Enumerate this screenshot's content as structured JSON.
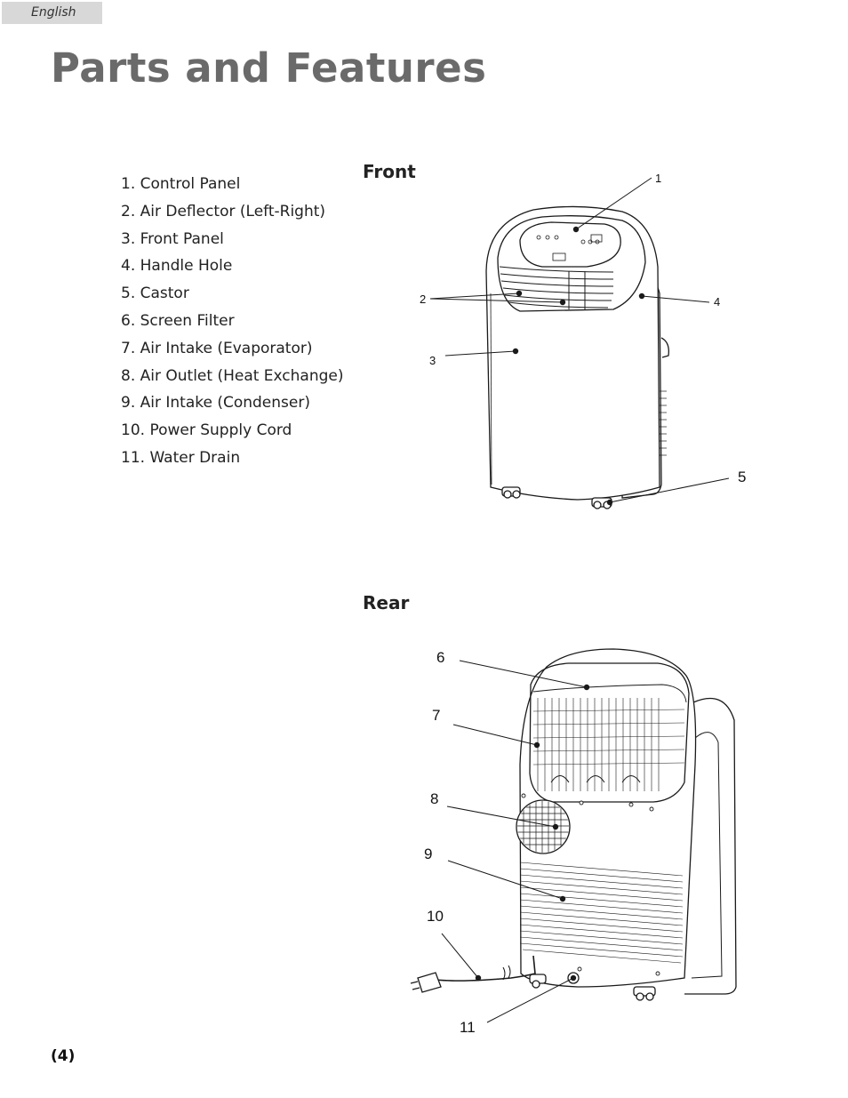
{
  "header": {
    "language": "English"
  },
  "title": "Parts and Features",
  "parts": [
    "1. Control Panel",
    "2. Air Deflector (Left-Right)",
    "3. Front Panel",
    "4. Handle Hole",
    "5. Castor",
    "6. Screen Filter",
    "7. Air Intake (Evaporator)",
    "8. Air Outlet (Heat Exchange)",
    "9. Air Intake (Condenser)",
    "10. Power Supply Cord",
    "11. Water Drain"
  ],
  "front": {
    "heading": "Front",
    "callouts": [
      "1",
      "2",
      "3",
      "4",
      "5"
    ]
  },
  "rear": {
    "heading": "Rear",
    "callouts": [
      "6",
      "7",
      "8",
      "9",
      "10",
      "11"
    ]
  },
  "footer": {
    "page_number": "(4)"
  }
}
